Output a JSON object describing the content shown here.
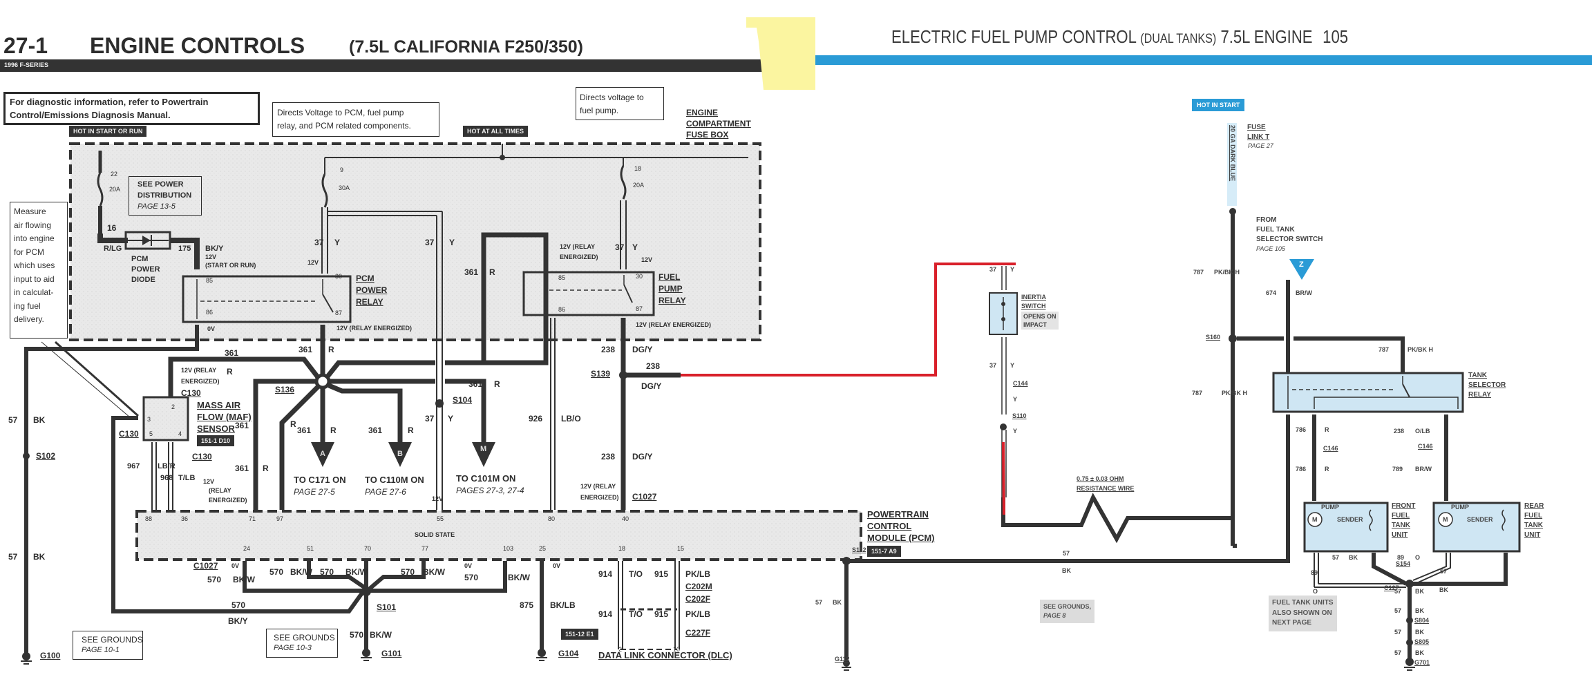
{
  "left_page": {
    "section_number": "27-1",
    "title": "ENGINE CONTROLS",
    "subtitle": "(7.5L CALIFORNIA F250/350)",
    "series_label": "1996 F-SERIES",
    "diag_note": [
      "For diagnostic information, refer to Powertrain",
      "Control/Emissions Diagnosis Manual."
    ],
    "badges": {
      "hot_start_run": "HOT IN START OR RUN",
      "hot_all_times": "HOT AT ALL TIMES"
    },
    "callouts": {
      "pcm_relay_note": [
        "Directs Voltage to PCM, fuel pump",
        "relay, and PCM related components."
      ],
      "fuel_pump_note": [
        "Directs voltage to",
        "fuel pump."
      ],
      "maf_note": [
        "Measure",
        "air flowing",
        "into engine",
        "for PCM",
        "which uses",
        "input to aid",
        "in calculat-",
        "ing fuel",
        "delivery."
      ]
    },
    "fuse_box_label": [
      "ENGINE",
      "COMPARTMENT",
      "FUSE BOX"
    ],
    "see_power": {
      "lines": [
        "SEE POWER",
        "DISTRIBUTION"
      ],
      "page": "PAGE 13-5"
    },
    "fuses": [
      {
        "num": "22",
        "rating": "20A"
      },
      {
        "num": "9",
        "rating": "30A"
      },
      {
        "num": "18",
        "rating": "20A"
      }
    ],
    "diode": {
      "label": [
        "PCM",
        "POWER",
        "DIODE"
      ],
      "wire_in": "16",
      "wire_in_color": "R/LG",
      "wire_out": "175",
      "wire_out_color": "BK/Y",
      "voltage": "12V",
      "condition": "(START OR RUN)"
    },
    "pcm_relay": {
      "label": [
        "PCM",
        "POWER",
        "RELAY"
      ],
      "pins": [
        "85",
        "86",
        "30",
        "87"
      ],
      "v_pin86": "0V",
      "v_pin30": "12V",
      "v_out": "12V (RELAY ENERGIZED)"
    },
    "fuel_pump_relay": {
      "label": [
        "FUEL",
        "PUMP",
        "RELAY"
      ],
      "pins": [
        "85",
        "86",
        "30",
        "87"
      ],
      "v_in": "12V (RELAY",
      "v_in2": "ENERGIZED)",
      "v_pin30": "12V",
      "v_out": "12V (RELAY ENERGIZED)"
    },
    "wires": {
      "w37": "37",
      "y": "Y",
      "w361": "361",
      "r": "R",
      "w238": "238",
      "dgy": "DG/Y",
      "w57": "57",
      "bk": "BK",
      "w926": "926",
      "lbo": "LB/O",
      "w967": "967",
      "lbr": "LB/R",
      "w968": "968",
      "tlb": "T/LB",
      "w570": "570",
      "bkw": "BK/W",
      "bky": "BK/Y",
      "w875": "875",
      "bklb": "BK/LB",
      "w914": "914",
      "to": "T/O",
      "w915": "915",
      "pklb": "PK/LB",
      "v12": "12V",
      "v0": "0V",
      "relay_energized": "(RELAY",
      "energized": "ENERGIZED)",
      "v12_relay": "12V (RELAY"
    },
    "splices": {
      "s136": "S136",
      "s104": "S104",
      "s139": "S139",
      "s102": "S102",
      "s101": "S101"
    },
    "connectors": {
      "c130": "C130",
      "c1027": "C1027",
      "c202m": "C202M",
      "c202f": "C202F",
      "c227f": "C227F"
    },
    "maf": {
      "label": [
        "MASS AIR",
        "FLOW (MAF)",
        "SENSOR"
      ],
      "ref": "151-1 D10",
      "pins": [
        "2",
        "3",
        "5",
        "4"
      ]
    },
    "arrows": [
      {
        "letter": "A",
        "line1": "TO C171 ON",
        "line2": "PAGE 27-5"
      },
      {
        "letter": "B",
        "line1": "TO C110M ON",
        "line2": "PAGE 27-6"
      },
      {
        "letter": "M",
        "line1": "TO C101M ON",
        "line2": "PAGES 27-3, 27-4"
      }
    ],
    "pcm": {
      "label": [
        "POWERTRAIN",
        "CONTROL",
        "MODULE (PCM)"
      ],
      "ref": "151-7 A9",
      "state": "SOLID STATE",
      "top_pins": [
        "88",
        "36",
        "71",
        "97",
        "55",
        "80",
        "40"
      ],
      "bottom_pins": [
        "24",
        "51",
        "70",
        "77",
        "103",
        "25",
        "18",
        "15"
      ]
    },
    "grounds": {
      "g100": "G100",
      "g101": "G101",
      "g104": "G104"
    },
    "see_grounds_1": {
      "line": "SEE GROUNDS",
      "page": "PAGE 10-1"
    },
    "see_grounds_2": {
      "line": "SEE GROUNDS",
      "page": "PAGE 10-3"
    },
    "dlc": {
      "label": "DATA LINK CONNECTOR (DLC)",
      "ref": "151-12 E1",
      "pins": [
        "2",
        "10"
      ]
    }
  },
  "right_page": {
    "title_main": "ELECTRIC FUEL PUMP CONTROL",
    "title_small": "(DUAL TANKS)",
    "title_end": "7.5L ENGINE",
    "page_number": "105",
    "accent_color": "#2a9bd6",
    "hot_in_start": "HOT IN START",
    "fuse_link": [
      "FUSE",
      "LINK T"
    ],
    "fuse_link_page": "PAGE 27",
    "gauge_label": "20 GA DARK BLUE",
    "inertia": {
      "label": [
        "INERTIA",
        "SWITCH"
      ],
      "note": [
        "OPENS ON",
        "IMPACT"
      ]
    },
    "from_selector": {
      "lines": [
        "FROM",
        "FUEL TANK",
        "SELECTOR SWITCH"
      ],
      "page": "PAGE 105",
      "letter": "Z"
    },
    "tank_relay": [
      "TANK",
      "SELECTOR",
      "RELAY"
    ],
    "front_unit": [
      "FRONT",
      "FUEL",
      "TANK",
      "UNIT"
    ],
    "rear_unit": [
      "REAR",
      "FUEL",
      "TANK",
      "UNIT"
    ],
    "pump": "PUMP",
    "sender": "SENDER",
    "motor": "M",
    "resistance": [
      "0.75 ± 0.03 OHM",
      "RESISTANCE WIRE"
    ],
    "wires": {
      "w37": "37",
      "y": "Y",
      "w787": "787",
      "pkbkh": "PK/BK H",
      "w674": "674",
      "brw": "BR/W",
      "w786": "786",
      "r": "R",
      "w238": "238",
      "olb": "O/LB",
      "w789": "789",
      "w57": "57",
      "bk": "BK",
      "w89": "89",
      "o": "O"
    },
    "splices": {
      "s110": "S110",
      "s160": "S160",
      "s112": "S112",
      "s154": "S154",
      "s804": "S804",
      "s805": "S805"
    },
    "connectors": {
      "c144": "C144",
      "c146": "C146",
      "c127": "C127"
    },
    "grounds": {
      "g112": "G112",
      "g701": "G701"
    },
    "see_grounds": {
      "line": "SEE GROUNDS,",
      "page": "PAGE 8"
    },
    "tank_note": [
      "FUEL TANK UNITS",
      "ALSO SHOWN ON",
      "NEXT PAGE"
    ]
  },
  "annotation": {
    "color": "#d9202a"
  }
}
